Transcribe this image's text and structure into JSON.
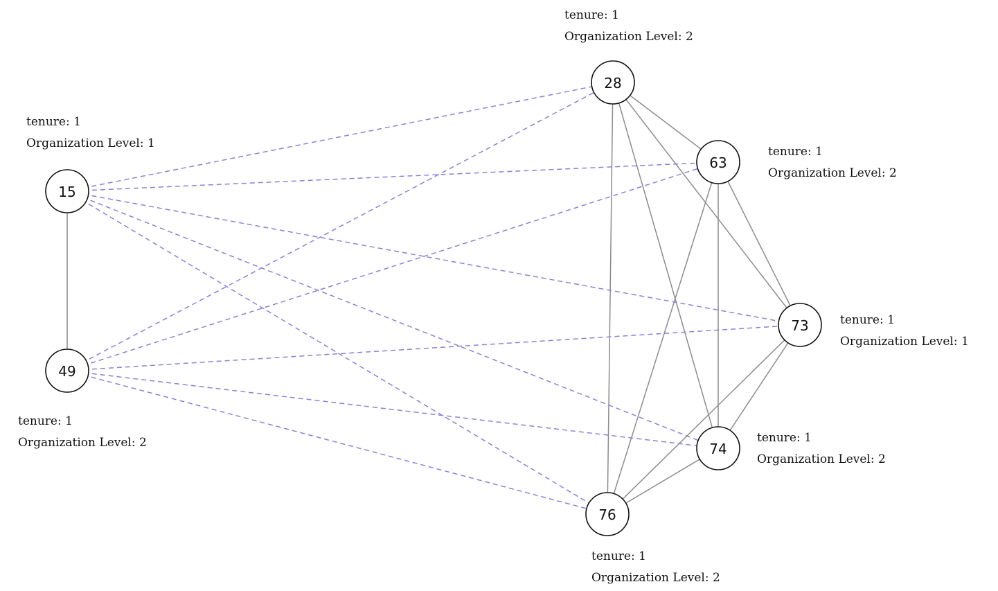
{
  "graph": {
    "nodes": [
      {
        "id": "28",
        "attrs": [
          {
            "key": "tenure",
            "value": "1"
          },
          {
            "key": "Organization Level",
            "value": "2"
          }
        ]
      },
      {
        "id": "15",
        "attrs": [
          {
            "key": "tenure",
            "value": "1"
          },
          {
            "key": "Organization Level",
            "value": "1"
          }
        ]
      },
      {
        "id": "63",
        "attrs": [
          {
            "key": "tenure",
            "value": "1"
          },
          {
            "key": "Organization Level",
            "value": "2"
          }
        ]
      },
      {
        "id": "73",
        "attrs": [
          {
            "key": "tenure",
            "value": "1"
          },
          {
            "key": "Organization Level",
            "value": "1"
          }
        ]
      },
      {
        "id": "49",
        "attrs": [
          {
            "key": "tenure",
            "value": "1"
          },
          {
            "key": "Organization Level",
            "value": "2"
          }
        ]
      },
      {
        "id": "74",
        "attrs": [
          {
            "key": "tenure",
            "value": "1"
          },
          {
            "key": "Organization Level",
            "value": "2"
          }
        ]
      },
      {
        "id": "76",
        "attrs": [
          {
            "key": "tenure",
            "value": "1"
          },
          {
            "key": "Organization Level",
            "value": "2"
          }
        ]
      }
    ],
    "edges": [
      {
        "source": "15",
        "target": "49",
        "style": "solid"
      },
      {
        "source": "28",
        "target": "63",
        "style": "solid"
      },
      {
        "source": "28",
        "target": "73",
        "style": "solid"
      },
      {
        "source": "28",
        "target": "74",
        "style": "solid"
      },
      {
        "source": "28",
        "target": "76",
        "style": "solid"
      },
      {
        "source": "63",
        "target": "73",
        "style": "solid"
      },
      {
        "source": "63",
        "target": "74",
        "style": "solid"
      },
      {
        "source": "63",
        "target": "76",
        "style": "solid"
      },
      {
        "source": "73",
        "target": "74",
        "style": "solid"
      },
      {
        "source": "73",
        "target": "76",
        "style": "solid"
      },
      {
        "source": "74",
        "target": "76",
        "style": "solid"
      },
      {
        "source": "15",
        "target": "28",
        "style": "dashed"
      },
      {
        "source": "15",
        "target": "63",
        "style": "dashed"
      },
      {
        "source": "15",
        "target": "73",
        "style": "dashed"
      },
      {
        "source": "15",
        "target": "74",
        "style": "dashed"
      },
      {
        "source": "15",
        "target": "76",
        "style": "dashed"
      },
      {
        "source": "49",
        "target": "28",
        "style": "dashed"
      },
      {
        "source": "49",
        "target": "63",
        "style": "dashed"
      },
      {
        "source": "49",
        "target": "73",
        "style": "dashed"
      },
      {
        "source": "49",
        "target": "74",
        "style": "dashed"
      },
      {
        "source": "49",
        "target": "76",
        "style": "dashed"
      }
    ]
  },
  "colors": {
    "solid_edge": "#8c8c8c",
    "dashed_edge": "#8a80dc",
    "node_stroke": "#111111",
    "node_fill": "#ffffff"
  }
}
